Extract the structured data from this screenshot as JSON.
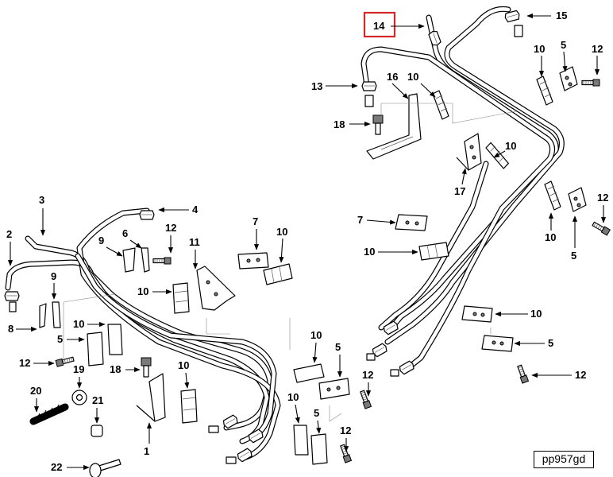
{
  "figure_ref": "pp957gd",
  "highlighted_callout": "14",
  "highlight_color": "#d62828",
  "callouts": {
    "c1": "1",
    "c2": "2",
    "c3": "3",
    "c4": "4",
    "c5a": "5",
    "c5b": "5",
    "c5c": "5",
    "c5d": "5",
    "c5e": "5",
    "c5f": "5",
    "c6": "6",
    "c7a": "7",
    "c7b": "7",
    "c8": "8",
    "c9a": "9",
    "c9b": "9",
    "c10a": "10",
    "c10b": "10",
    "c10c": "10",
    "c10d": "10",
    "c10e": "10",
    "c10f": "10",
    "c10g": "10",
    "c10h": "10",
    "c10i": "10",
    "c10j": "10",
    "c10k": "10",
    "c10l": "10",
    "c11": "11",
    "c12a": "12",
    "c12b": "12",
    "c12c": "12",
    "c12d": "12",
    "c12e": "12",
    "c12f": "12",
    "c12g": "12",
    "c13": "13",
    "c14": "14",
    "c15": "15",
    "c16": "16",
    "c17": "17",
    "c18a": "18",
    "c18b": "18",
    "c19": "19",
    "c20": "20",
    "c21": "21",
    "c22": "22"
  }
}
